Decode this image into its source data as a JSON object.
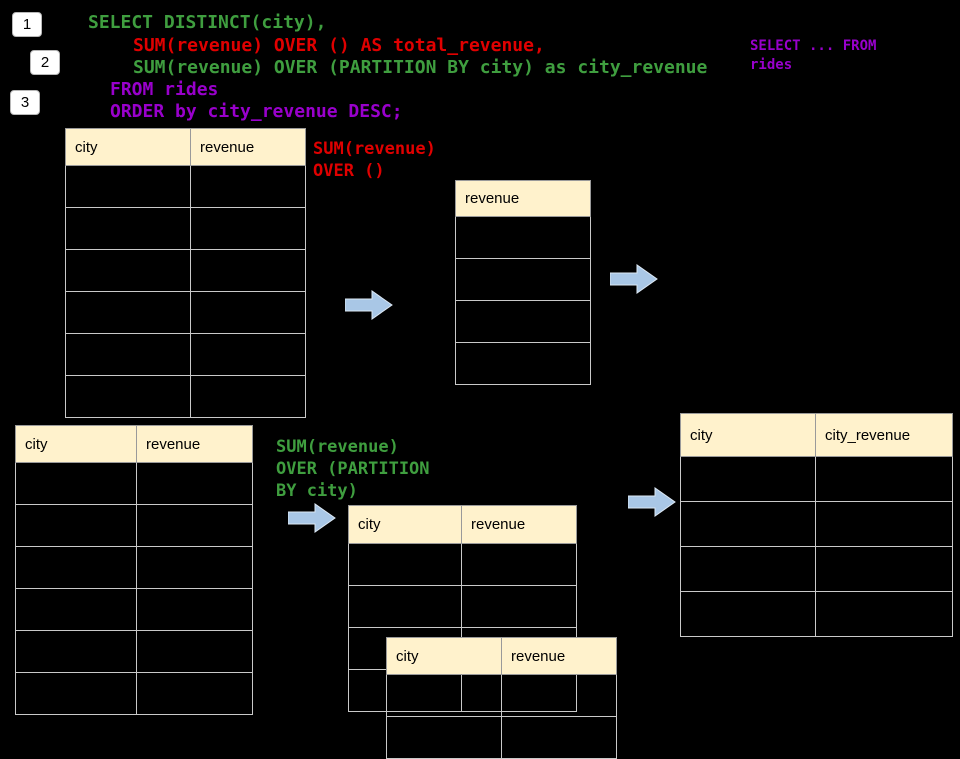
{
  "badges": {
    "one": "1",
    "two": "2",
    "three": "3"
  },
  "code": {
    "line1": "SELECT DISTINCT(city),",
    "line2": "SUM(revenue) OVER () AS total_revenue,",
    "line3": "SUM(revenue) OVER (PARTITION BY city) as city_revenue",
    "line4": "FROM rides",
    "line5": "ORDER by city_revenue DESC;"
  },
  "side_note": {
    "line1": "SELECT ... FROM",
    "line2": "rides"
  },
  "annotations": {
    "total": {
      "line1": "SUM(revenue)",
      "line2": "OVER ()"
    },
    "partition": {
      "line1": "SUM(revenue)",
      "line2": "OVER (PARTITION",
      "line3": "BY city)"
    }
  },
  "tables": {
    "source_top": {
      "headers": [
        "city",
        "revenue"
      ],
      "rows": 6
    },
    "total_result": {
      "headers": [
        "revenue"
      ],
      "rows": 4
    },
    "source_bottom": {
      "headers": [
        "city",
        "revenue"
      ],
      "rows": 6
    },
    "partition_mid": {
      "headers": [
        "city",
        "revenue"
      ],
      "rows": 4
    },
    "partition_overlay": {
      "headers": [
        "city",
        "revenue"
      ],
      "rows": 2
    },
    "city_revenue_result": {
      "headers": [
        "city",
        "city_revenue"
      ],
      "rows": 4
    }
  },
  "colors": {
    "background": "#000000",
    "sql_green": "#3f9e3f",
    "sql_red": "#e00000",
    "sql_purple": "#9900cc",
    "table_header_bg": "#fff2cc",
    "arrow_fill": "#a9c7e6"
  }
}
